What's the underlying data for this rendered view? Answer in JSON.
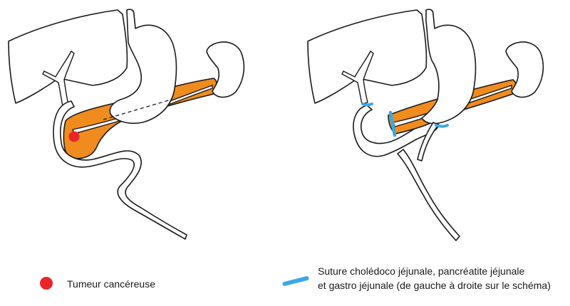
{
  "colors": {
    "pancreas": "#f08c1e",
    "tumor": "#e8262a",
    "suture": "#39a9e6",
    "outline": "#1a1a1a",
    "background": "#ffffff"
  },
  "legend": {
    "tumor_label": "Tumeur cancéreuse",
    "suture_label_line1": "Suture cholédoco jéjunale, pancréatite jéjunale",
    "suture_label_line2": "et gastro jéjunale (de gauche à droite sur le schéma)"
  }
}
